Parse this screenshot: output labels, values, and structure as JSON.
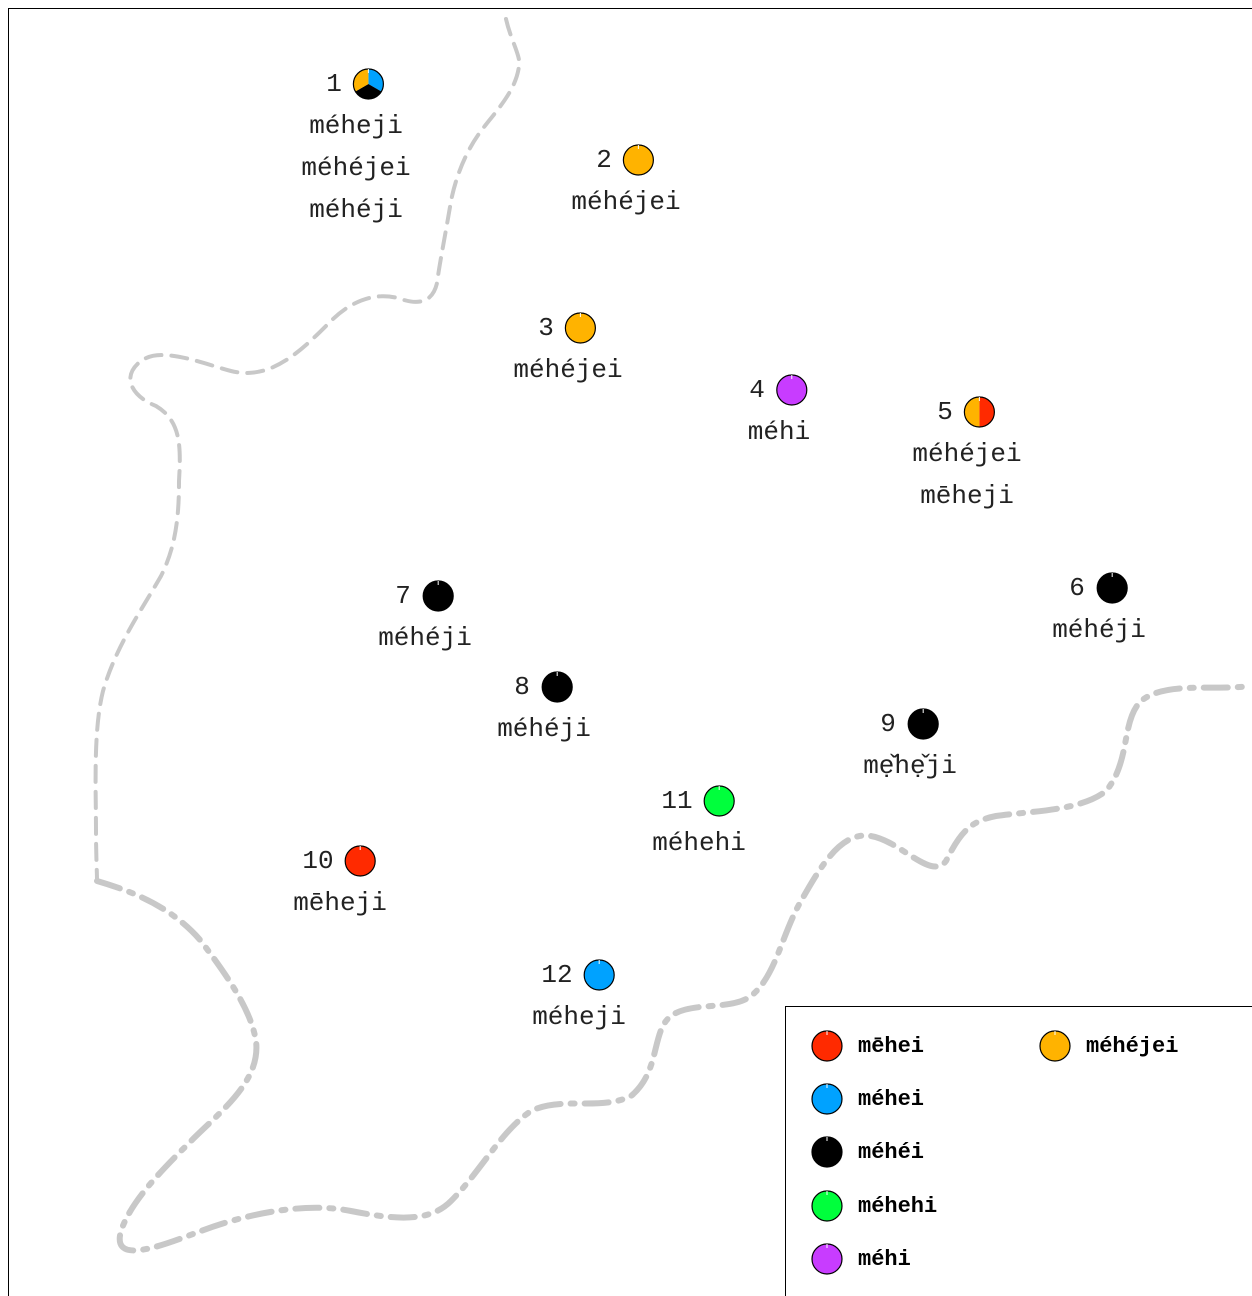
{
  "colors": {
    "mehei_macron": "#ff2a00",
    "mehei": "#00a2ff",
    "mehei_acute": "#000000",
    "mehehi": "#00ff3c",
    "mehi": "#c83cff",
    "mehejei": "#ffb300",
    "boundary": "#c8c8c8"
  },
  "legend": [
    {
      "key": "mehei_macron",
      "label": "mēhei"
    },
    {
      "key": "mehejei",
      "label": "méhéjei"
    },
    {
      "key": "mehei",
      "label": "méhei"
    },
    {
      "key": "mehei_acute",
      "label": "méhéi"
    },
    {
      "key": "mehehi",
      "label": "méhehi"
    },
    {
      "key": "mehi",
      "label": "méhi"
    }
  ],
  "sites": [
    {
      "number": "1",
      "forms": [
        "méheji",
        "méhéjei",
        "méhéji"
      ],
      "segments": [
        {
          "key": "mehei",
          "fraction": 0.3333
        },
        {
          "key": "mehei_acute",
          "fraction": 0.3333
        },
        {
          "key": "mehejei",
          "fraction": 0.3334
        }
      ]
    },
    {
      "number": "2",
      "forms": [
        "méhéjei"
      ],
      "segments": [
        {
          "key": "mehejei",
          "fraction": 1
        }
      ]
    },
    {
      "number": "3",
      "forms": [
        "méhéjei"
      ],
      "segments": [
        {
          "key": "mehejei",
          "fraction": 1
        }
      ]
    },
    {
      "number": "4",
      "forms": [
        "méhi"
      ],
      "segments": [
        {
          "key": "mehi",
          "fraction": 1
        }
      ]
    },
    {
      "number": "5",
      "forms": [
        "méhéjei",
        "mēheji"
      ],
      "segments": [
        {
          "key": "mehei_macron",
          "fraction": 0.5
        },
        {
          "key": "mehejei",
          "fraction": 0.5
        }
      ]
    },
    {
      "number": "6",
      "forms": [
        "méhéji"
      ],
      "segments": [
        {
          "key": "mehei_acute",
          "fraction": 1
        }
      ]
    },
    {
      "number": "7",
      "forms": [
        "méhéji"
      ],
      "segments": [
        {
          "key": "mehei_acute",
          "fraction": 1
        }
      ]
    },
    {
      "number": "8",
      "forms": [
        "méhéji"
      ],
      "segments": [
        {
          "key": "mehei_acute",
          "fraction": 1
        }
      ]
    },
    {
      "number": "9",
      "forms": [
        "mẹ̌hẹ̌ji"
      ],
      "segments": [
        {
          "key": "mehei_acute",
          "fraction": 1
        }
      ]
    },
    {
      "number": "10",
      "forms": [
        "mēheji"
      ],
      "segments": [
        {
          "key": "mehei_macron",
          "fraction": 1
        }
      ]
    },
    {
      "number": "11",
      "forms": [
        "méhehi"
      ],
      "segments": [
        {
          "key": "mehehi",
          "fraction": 1
        }
      ]
    },
    {
      "number": "12",
      "forms": [
        "méheji"
      ],
      "segments": [
        {
          "key": "mehei",
          "fraction": 1
        }
      ]
    }
  ]
}
